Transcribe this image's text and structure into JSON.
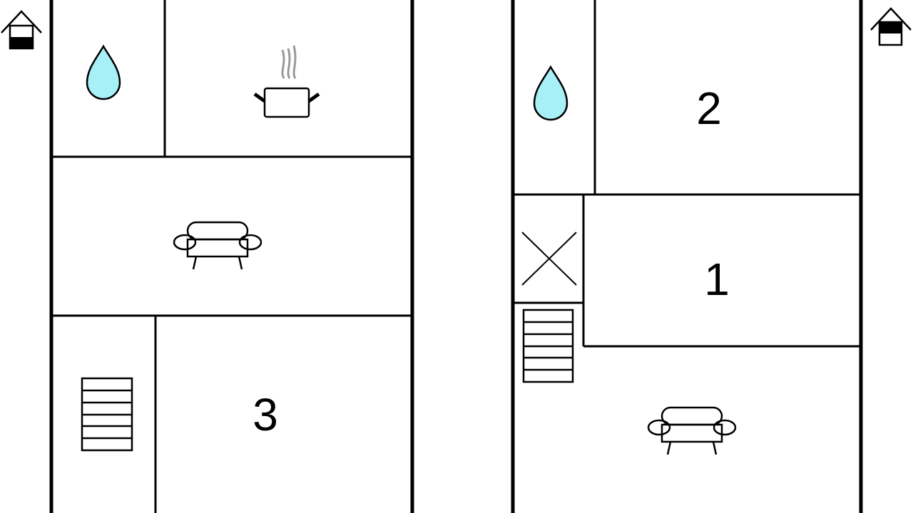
{
  "floors": [
    {
      "name": "ground-floor",
      "rooms": [
        {
          "type": "bathroom"
        },
        {
          "type": "kitchen"
        },
        {
          "type": "living-room"
        },
        {
          "type": "stairs"
        },
        {
          "type": "bedroom",
          "label": "3"
        }
      ]
    },
    {
      "name": "upper-floor",
      "rooms": [
        {
          "type": "bathroom"
        },
        {
          "type": "bedroom",
          "label": "2"
        },
        {
          "type": "void"
        },
        {
          "type": "bedroom",
          "label": "1"
        },
        {
          "type": "stairs"
        },
        {
          "type": "living-room"
        }
      ]
    }
  ],
  "icons": [
    "house-ground-floor-icon",
    "house-upper-floor-icon",
    "water-drop-icon",
    "cooking-pot-icon",
    "sofa-icon",
    "stairs-icon",
    "cross-icon"
  ],
  "colors": {
    "water": "#a8f0f8",
    "wall": "#000000"
  }
}
